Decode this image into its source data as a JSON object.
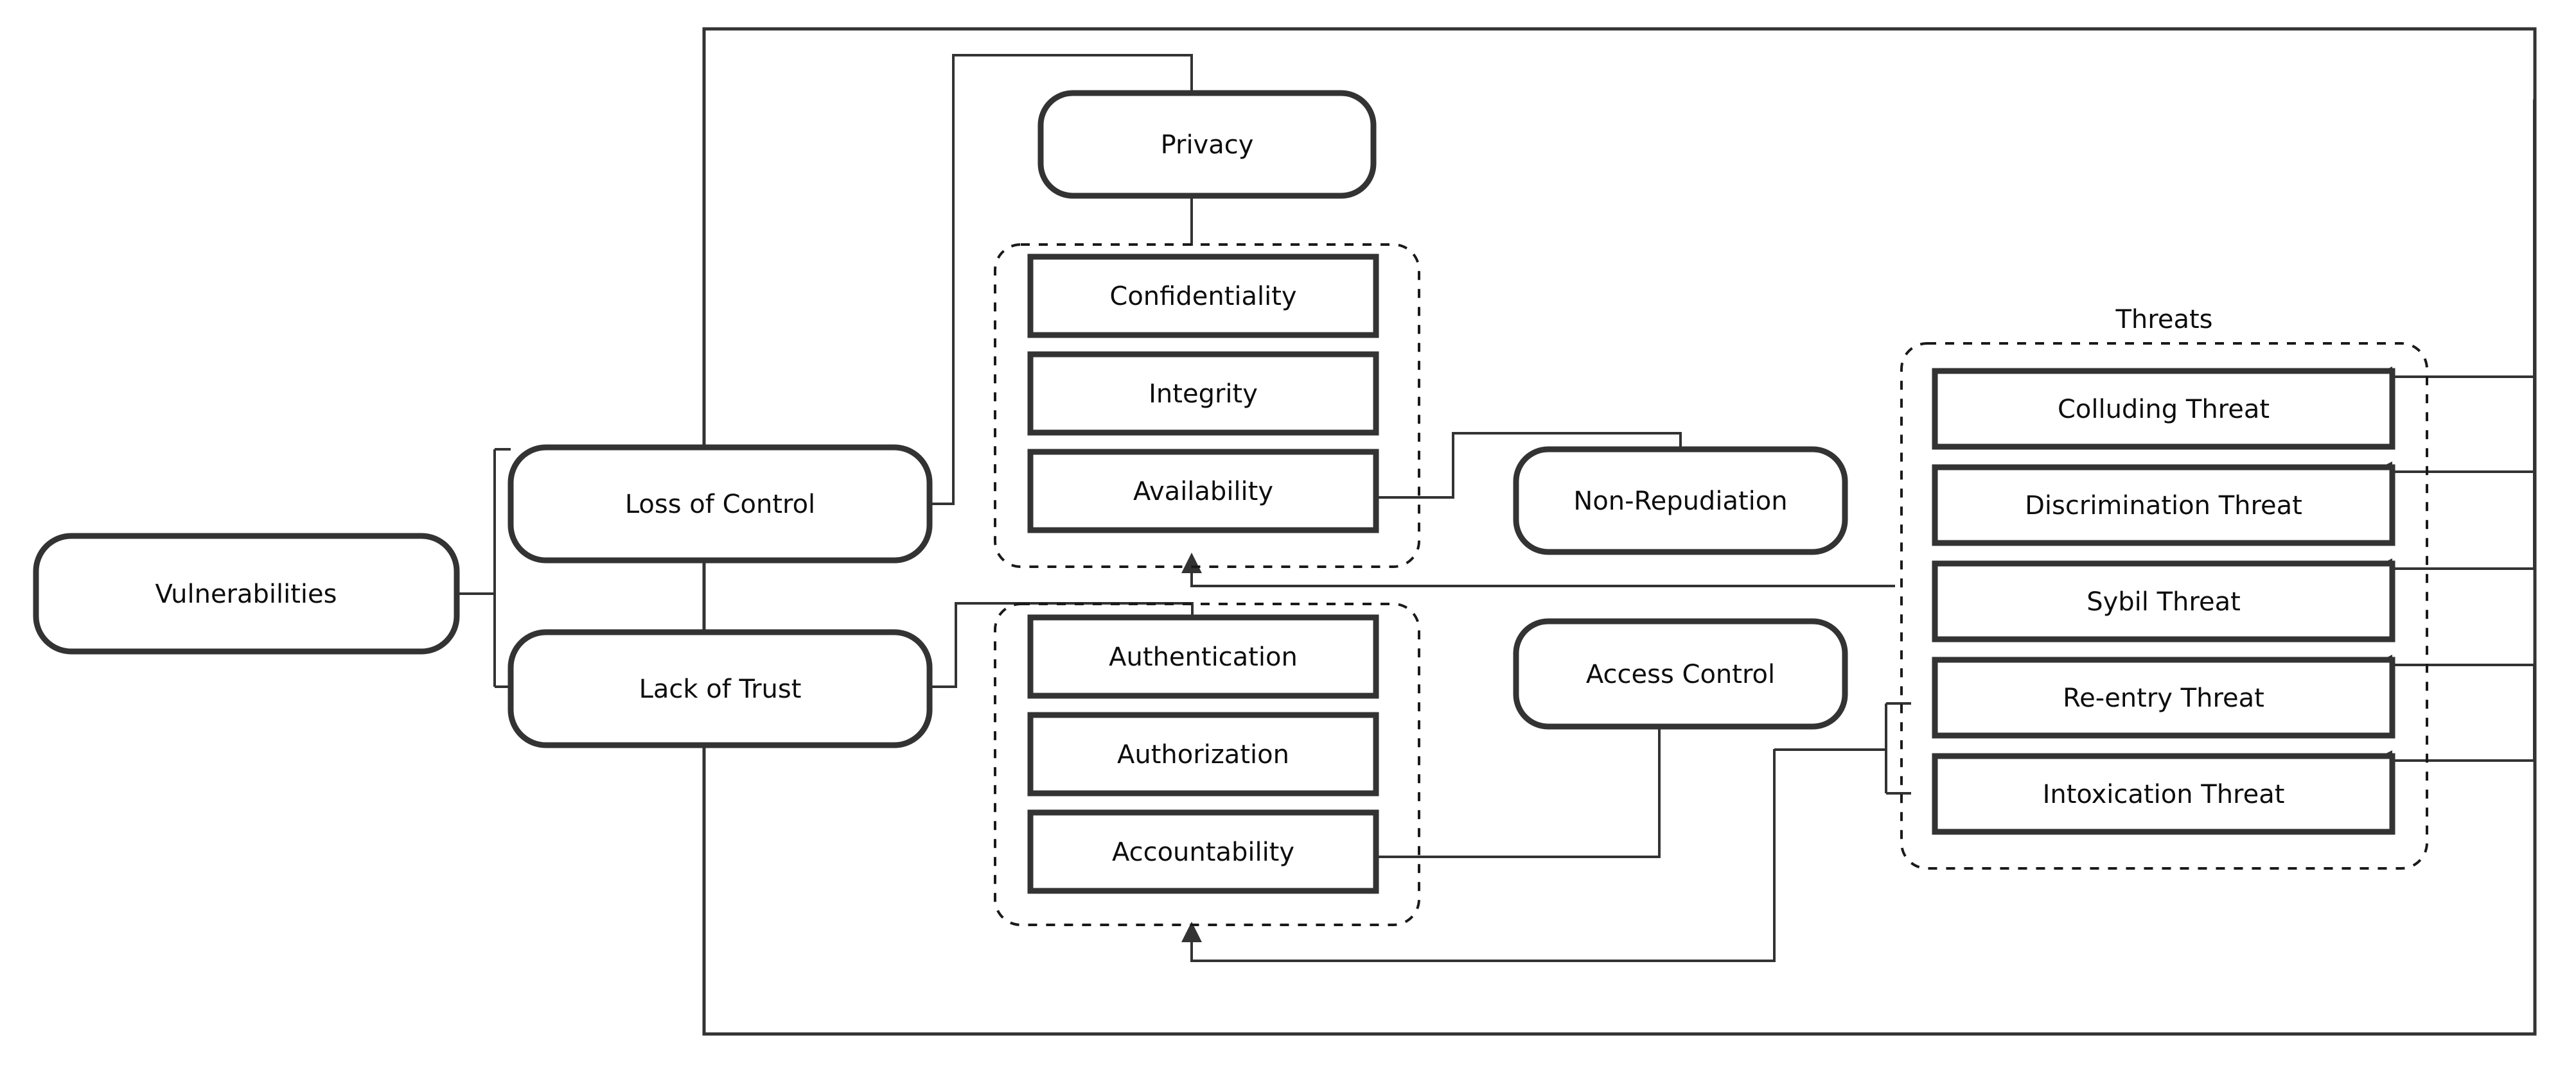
{
  "diagram": {
    "title_visible": false,
    "colors": {
      "node_stroke": "#333333",
      "node_fill": "#ffffff",
      "text": "#0d0d0d",
      "group_dashed_stroke": "#1a1a1a",
      "connector": "#333333",
      "background": "#ffffff"
    },
    "root": {
      "label": "Vulnerabilities"
    },
    "causes": [
      {
        "label": "Loss of Control"
      },
      {
        "label": "Lack of Trust"
      }
    ],
    "security_goals": [
      {
        "label": "Privacy"
      },
      {
        "label": "Non-Repudiation"
      },
      {
        "label": "Access Control"
      }
    ],
    "cia_group": {
      "name": "cia-triad-group",
      "items": [
        {
          "label": "Confidentiality"
        },
        {
          "label": "Integrity"
        },
        {
          "label": "Availability"
        }
      ]
    },
    "aaa_group": {
      "name": "aaa-group",
      "items": [
        {
          "label": "Authentication"
        },
        {
          "label": "Authorization"
        },
        {
          "label": "Accountability"
        }
      ]
    },
    "threats_group": {
      "title": "Threats",
      "items": [
        {
          "label": "Colluding Threat"
        },
        {
          "label": "Discrimination Threat"
        },
        {
          "label": "Sybil Threat"
        },
        {
          "label": "Re-entry Threat"
        },
        {
          "label": "Intoxication Threat"
        }
      ]
    }
  }
}
